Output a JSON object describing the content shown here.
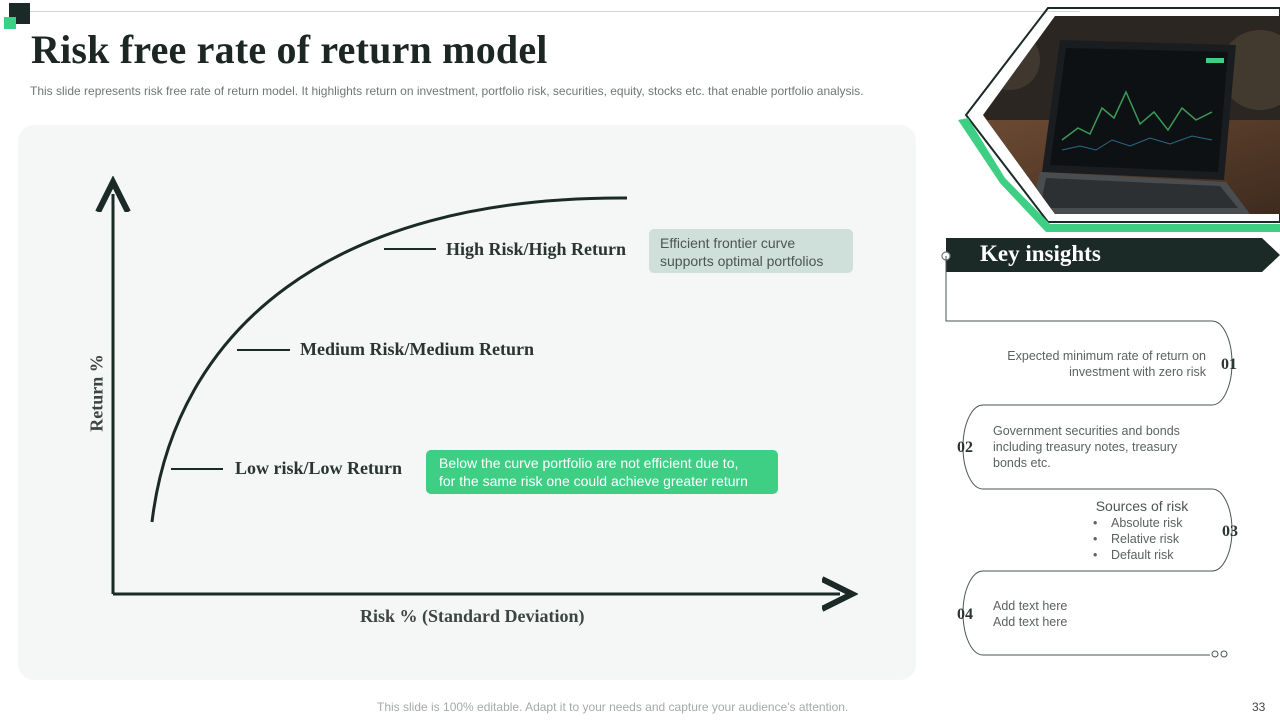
{
  "slide": {
    "title": "Risk free rate of  return model",
    "subtitle": "This slide represents risk free rate of return model. It highlights return on investment, portfolio risk, securities, equity, stocks etc. that enable portfolio analysis.",
    "footer": "This slide is 100% editable. Adapt it to your needs and capture your audience's attention.",
    "page_number": "33"
  },
  "colors": {
    "dark": "#1b2a26",
    "accent_green": "#3ecf85",
    "soft_green": "#cfe0da",
    "panel_bg": "#f4f7f6"
  },
  "diagram": {
    "x_axis_label": "Risk % (Standard Deviation)",
    "y_axis_label": "Return %",
    "levels": [
      {
        "label": "High Risk/High Return"
      },
      {
        "label": "Medium Risk/Medium Return"
      },
      {
        "label": "Low risk/Low Return"
      }
    ],
    "callout_top": {
      "lines": [
        "Efficient frontier  curve",
        "supports optimal portfolios"
      ]
    },
    "callout_bottom": {
      "lines": [
        "Below the curve portfolio are not efficient due to,",
        "for the same risk one could achieve greater return"
      ]
    }
  },
  "insights": {
    "title": "Key insights",
    "items": [
      {
        "number": "01",
        "lines": [
          "Expected minimum rate of return on",
          "investment with zero risk"
        ]
      },
      {
        "number": "02",
        "lines": [
          "Government  securities and bonds",
          "including treasury notes, treasury",
          "bonds etc."
        ]
      },
      {
        "number": "03",
        "heading": "Sources of risk",
        "bullets": [
          "Absolute risk",
          "Relative  risk",
          "Default  risk"
        ]
      },
      {
        "number": "04",
        "lines": [
          "Add text here",
          "Add text here"
        ]
      }
    ]
  },
  "image": {
    "icon": "laptop-stock-chart-photo"
  }
}
